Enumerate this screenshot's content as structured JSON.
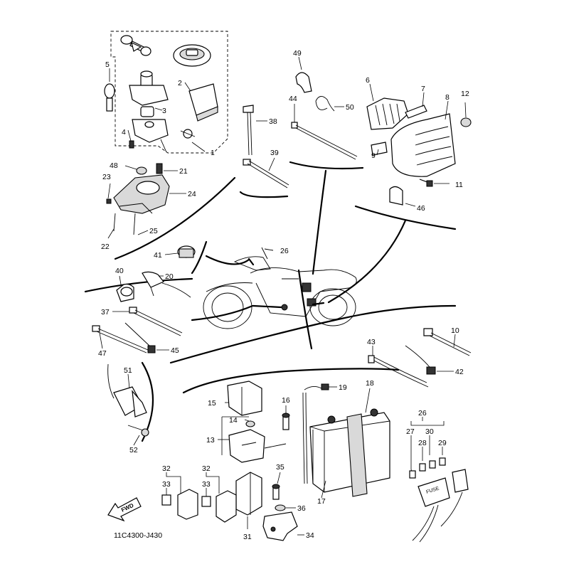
{
  "diagram": {
    "code": "11C4300-J430",
    "fwd_label": "FWD",
    "fuse_label": "FUSE"
  },
  "callouts": {
    "c1": "1",
    "c2": "2",
    "c3": "3",
    "c4": "4",
    "c5": "5",
    "c6": "6",
    "c7": "7",
    "c8": "8",
    "c9": "9",
    "c10": "10",
    "c11": "11",
    "c12": "12",
    "c13": "13",
    "c14": "14",
    "c15": "15",
    "c16": "16",
    "c17": "17",
    "c18": "18",
    "c19": "19",
    "c20": "20",
    "c21": "21",
    "c22": "22",
    "c23": "23",
    "c24": "24",
    "c25": "25",
    "c26a": "26",
    "c26b": "26",
    "c27": "27",
    "c28": "28",
    "c29": "29",
    "c30": "30",
    "c31": "31",
    "c32a": "32",
    "c32b": "32",
    "c33a": "33",
    "c33b": "33",
    "c34": "34",
    "c35": "35",
    "c36": "36",
    "c37": "37",
    "c38": "38",
    "c39": "39",
    "c40": "40",
    "c41": "41",
    "c42": "42",
    "c43": "43",
    "c44": "44",
    "c45": "45",
    "c46": "46",
    "c47": "47",
    "c48": "48",
    "c49": "49",
    "c50": "50",
    "c51": "51",
    "c52": "52"
  }
}
